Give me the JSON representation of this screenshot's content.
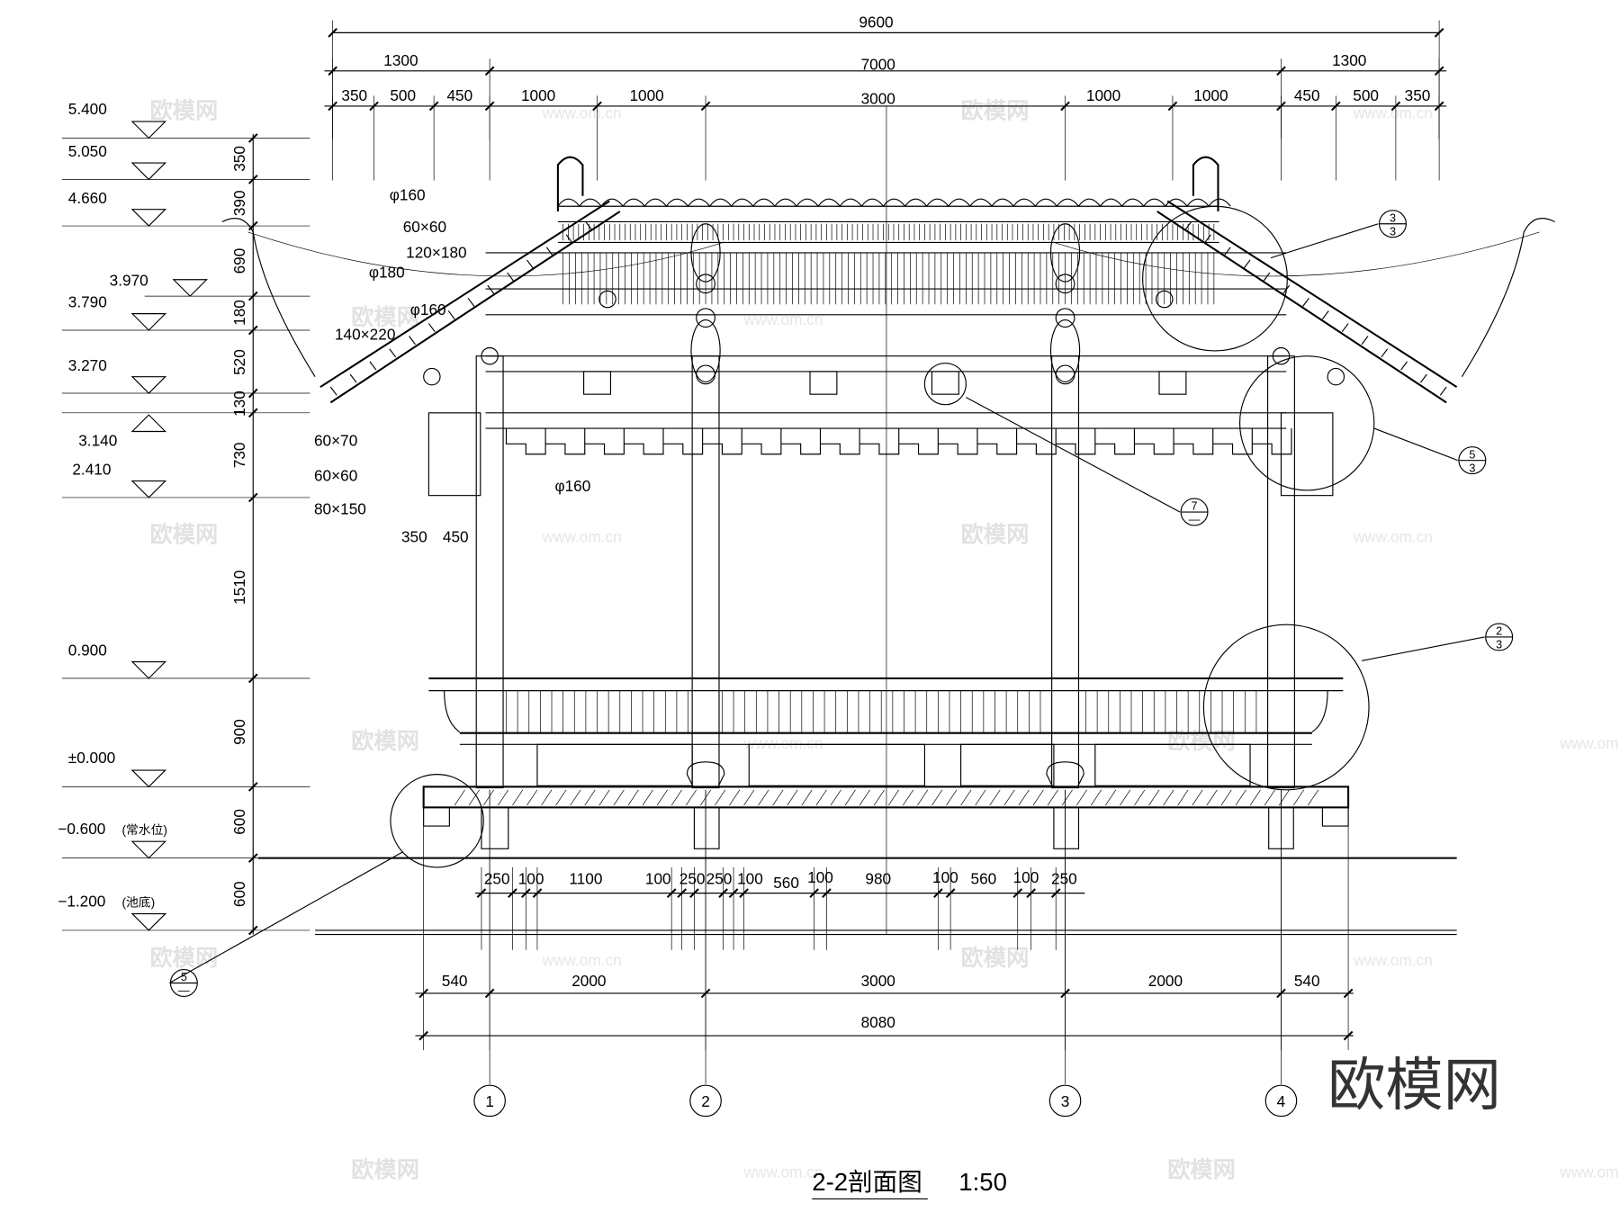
{
  "title": {
    "name": "2-2剖面图",
    "scale": "1:50"
  },
  "watermark": {
    "brand": "欧模网",
    "site": "www.om.cn"
  },
  "top_dims": {
    "overall": "9600",
    "row2": [
      "1300",
      "7000",
      "1300"
    ],
    "row3": [
      "350",
      "500",
      "450",
      "1000",
      "1000",
      "3000",
      "1000",
      "1000",
      "450",
      "500",
      "350"
    ]
  },
  "levels": [
    "5.400",
    "5.050",
    "4.660",
    "3.970",
    "3.790",
    "3.270",
    "3.140",
    "2.410",
    "0.900",
    "±0.000",
    "−0.600",
    "−1.200"
  ],
  "level_notes": {
    "water": "常水位",
    "bottom": "池底"
  },
  "vertical_dims": [
    "350",
    "390",
    "690",
    "180",
    "520",
    "130",
    "730",
    "1510",
    "900",
    "600",
    "600"
  ],
  "member_labels": [
    "φ160",
    "60×60",
    "120×180",
    "φ180",
    "φ160",
    "140×220",
    "60×70",
    "60×60",
    "80×150",
    "350",
    "450",
    "φ160"
  ],
  "foundation_dims": [
    "250",
    "100",
    "1100",
    "100",
    "250",
    "250",
    "100",
    "560",
    "100",
    "980",
    "100",
    "560",
    "100",
    "250"
  ],
  "bottom_dims": {
    "spans": [
      "540",
      "2000",
      "3000",
      "2000",
      "540"
    ],
    "overall": "8080"
  },
  "axes": [
    "1",
    "2",
    "3",
    "4"
  ],
  "callouts": [
    {
      "top": "3",
      "bottom": "3"
    },
    {
      "top": "5",
      "bottom": "3"
    },
    {
      "top": "7",
      "bottom": "—"
    },
    {
      "top": "2",
      "bottom": "3"
    },
    {
      "top": "5",
      "bottom": "—"
    }
  ]
}
